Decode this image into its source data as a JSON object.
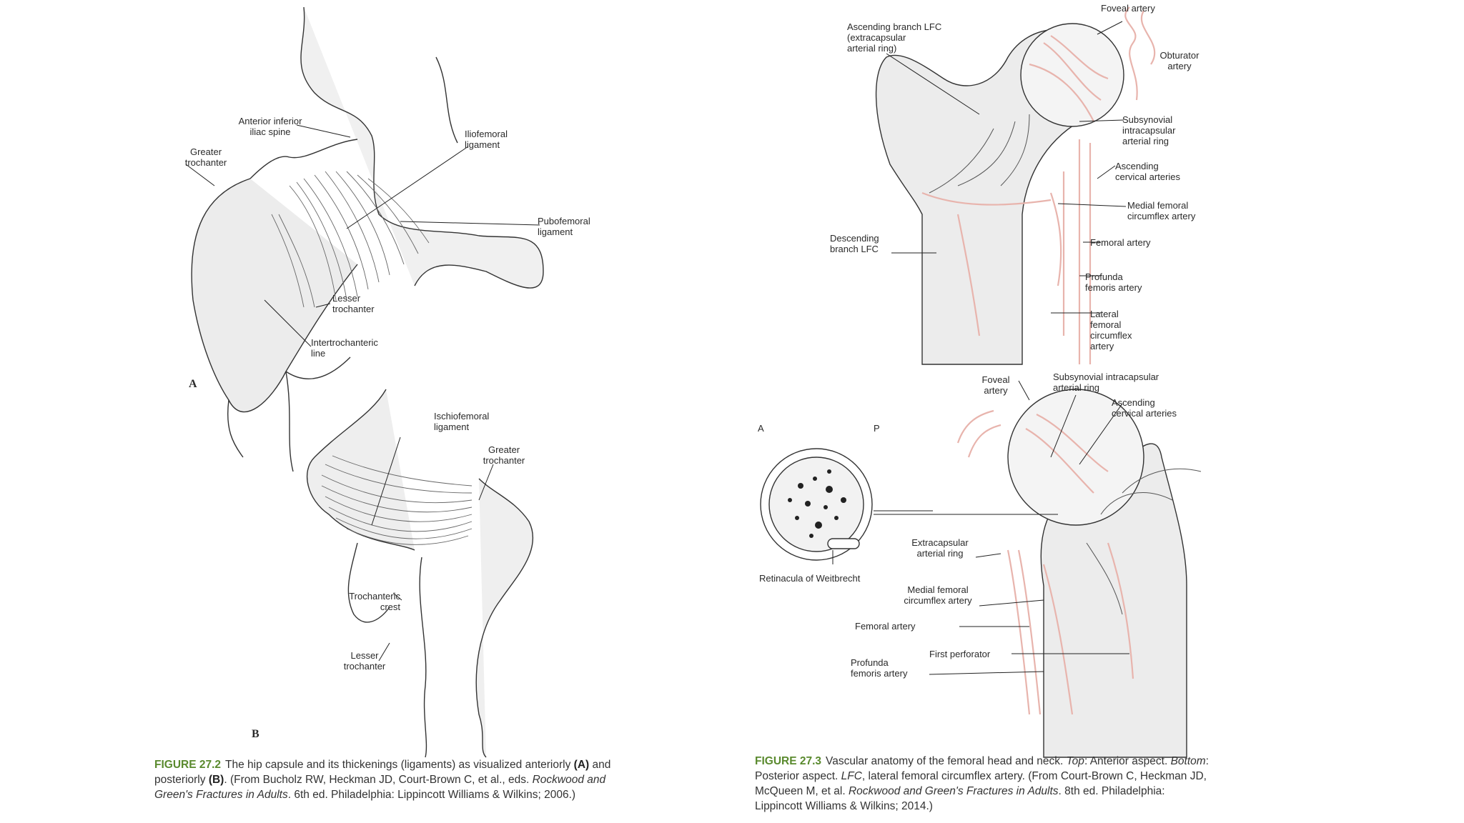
{
  "left": {
    "panel_a_letter": "A",
    "panel_b_letter": "B",
    "labels_a": {
      "aiis": "Anterior inferior\niliac spine",
      "gt": "Greater\ntrochanter",
      "iliofemoral": "Iliofemoral\nligament",
      "pubofemoral": "Pubofemoral\nligament",
      "lesser": "Lesser\ntrochanter",
      "intertroch": "Intertrochanteric\nline"
    },
    "labels_b": {
      "ischio": "Ischiofemoral\nligament",
      "gt": "Greater\ntrochanter",
      "crest": "Trochanteric\ncrest",
      "lesser": "Lesser\ntrochanter"
    },
    "caption": {
      "fig": "FIGURE 27.2",
      "t1": "The hip capsule and its thickenings (ligaments) as visualized anteriorly",
      "a": "(A)",
      "t2": "and posteriorly",
      "b": "(B)",
      "t3": ". (From Bucholz RW, Heckman JD, Court-Brown C, et al., eds.",
      "book": "Rockwood and Green's Fractures in Adults",
      "t4": ". 6th ed. Philadelphia: Lippincott Williams & Wilkins; 2006.)"
    }
  },
  "right": {
    "labels_top": {
      "foveal": "Foveal artery",
      "obturator": "Obturator\nartery",
      "ascending_branch": "Ascending branch LFC\n(extracapsular\narterial ring)",
      "subsynovial": "Subsynovial\nintracapsular\narterial ring",
      "ascending_cervical": "Ascending\ncervical arteries",
      "mfca": "Medial femoral\ncircumflex artery",
      "descending": "Descending\nbranch LFC",
      "femoral": "Femoral artery",
      "profunda": "Profunda\nfemoris artery",
      "lfca": "Lateral\nfemoral\ncircumflex\nartery"
    },
    "labels_bottom": {
      "foveal": "Foveal\nartery",
      "subsynovial": "Subsynovial intracapsular\narterial ring",
      "ascending_cervical": "Ascending\ncervical arteries",
      "a": "A",
      "p": "P",
      "extracapsular": "Extracapsular\narterial ring",
      "retinacula": "Retinacula of Weitbrecht",
      "mfca": "Medial femoral\ncircumflex artery",
      "femoral": "Femoral artery",
      "first_perf": "First perforator",
      "profunda": "Profunda\nfemoris artery"
    },
    "caption": {
      "fig": "FIGURE 27.3",
      "t1": "Vascular anatomy of the femoral head and neck.",
      "top": "Top",
      "t2": ": Anterior aspect.",
      "bottom": "Bottom",
      "t3": ": Posterior aspect.",
      "lfc": "LFC",
      "t4": ", lateral femoral circumflex artery. (From Court-Brown C, Heckman JD, McQueen M, et al.",
      "book": "Rockwood and Green's Fractures in Adults",
      "t5": ". 8th ed. Philadelphia: Lippincott Williams & Wilkins; 2014.)"
    }
  },
  "colors": {
    "figure_green": "#5a8a2e",
    "artery_pink": "#e8b4ad",
    "line": "#333333",
    "bone_fill": "#e9e9e9"
  }
}
